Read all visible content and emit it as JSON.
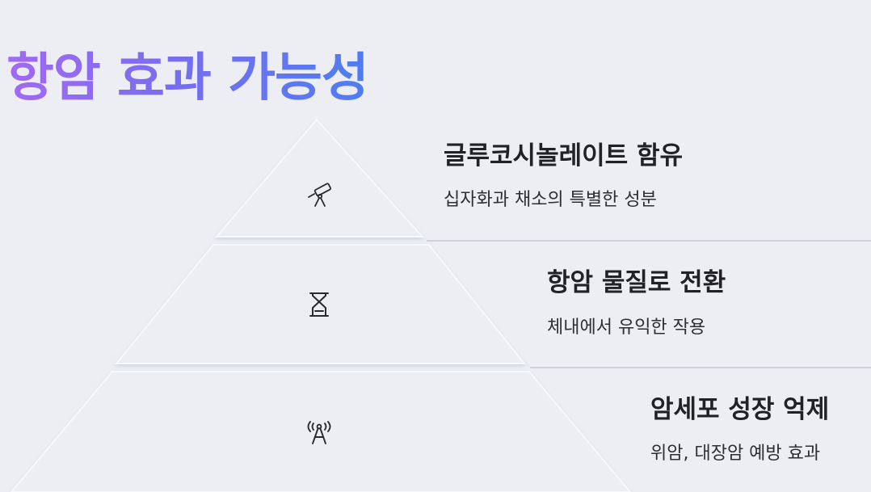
{
  "title": "항암 효과 가능성",
  "levels": [
    {
      "icon": "telescope-icon",
      "title": "글루코시놀레이트 함유",
      "description": "십자화과 채소의 특별한 성분"
    },
    {
      "icon": "hourglass-icon",
      "title": "항암 물질로 전환",
      "description": "체내에서 유익한 작용"
    },
    {
      "icon": "antenna-tower-icon",
      "title": "암세포 성장 억제",
      "description": "위암, 대장암 예방 효과"
    }
  ],
  "colors": {
    "background": "#eceef4",
    "title_gradient_start": "#a26af2",
    "title_gradient_end": "#4f7df0",
    "text": "#222226",
    "divider": "#c6c9d2"
  }
}
